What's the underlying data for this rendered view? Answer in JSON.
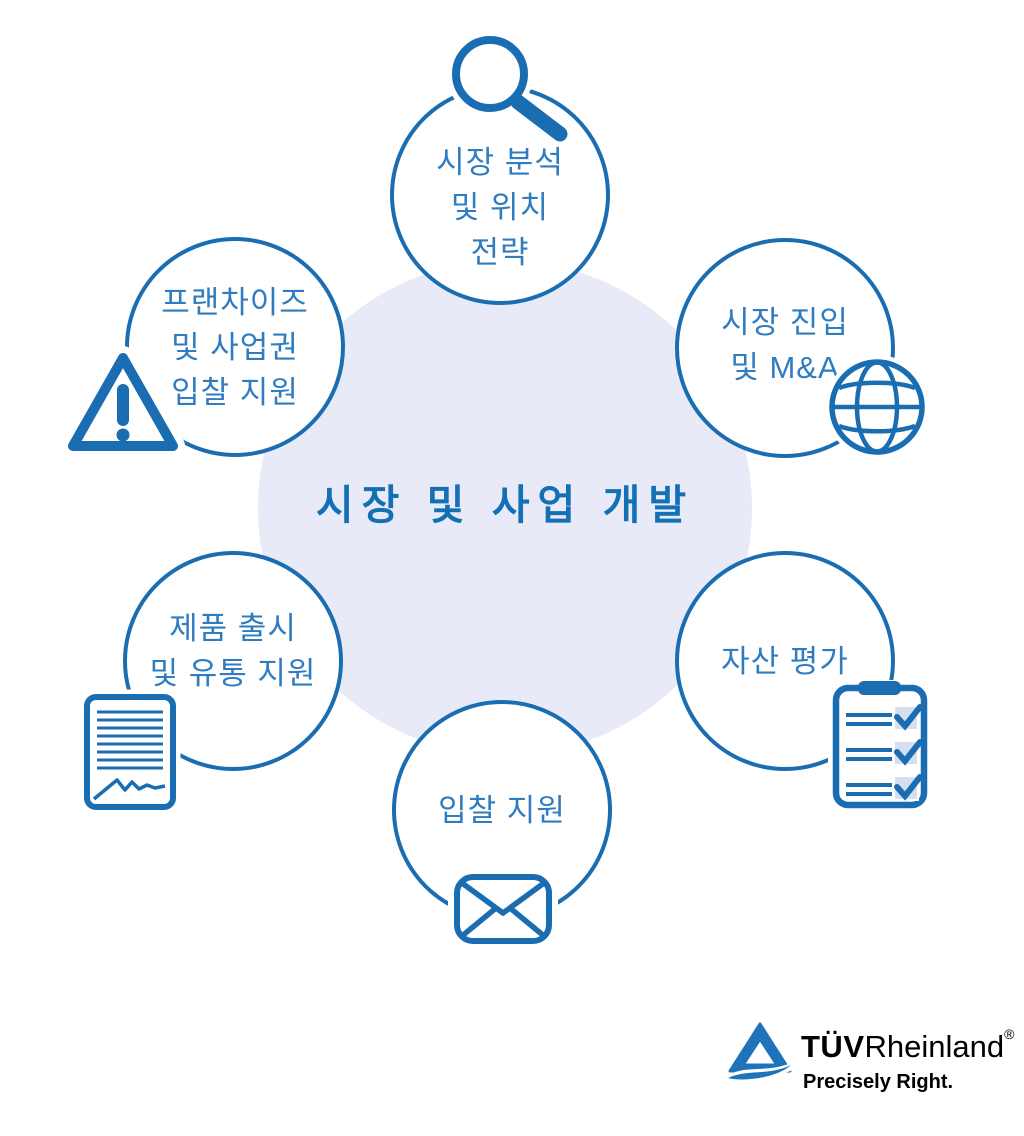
{
  "title": "시장 및 사업 개발",
  "nodes": {
    "market_analysis": {
      "lines": [
        "시장 분석",
        "및 위치",
        "전략"
      ],
      "icon": "magnifier-icon"
    },
    "market_entry": {
      "lines": [
        "시장 진입",
        "및 M&A"
      ],
      "icon": "globe-icon"
    },
    "asset_valuation": {
      "lines": [
        "자산 평가"
      ],
      "icon": "checklist-icon"
    },
    "bid_support": {
      "lines": [
        "입찰 지원"
      ],
      "icon": "envelope-icon"
    },
    "product_launch": {
      "lines": [
        "제품 출시",
        "및 유통 지원"
      ],
      "icon": "document-icon"
    },
    "franchise": {
      "lines": [
        "프랜차이즈",
        "및 사업권",
        "입찰 지원"
      ],
      "icon": "warning-icon"
    }
  },
  "logo": {
    "tuv": "TÜV",
    "rheinland": "Rheinland",
    "registered": "®",
    "tagline": "Precisely Right."
  },
  "colors": {
    "stroke_blue": "#1B6DB2",
    "label_blue": "#2F7CC1",
    "title_blue": "#1470B5",
    "center_fill": "#E8EBF7",
    "checkbox_fill": "#D4DFF1",
    "logo_blue": "#1F73BA",
    "logo_black": "#000000"
  }
}
